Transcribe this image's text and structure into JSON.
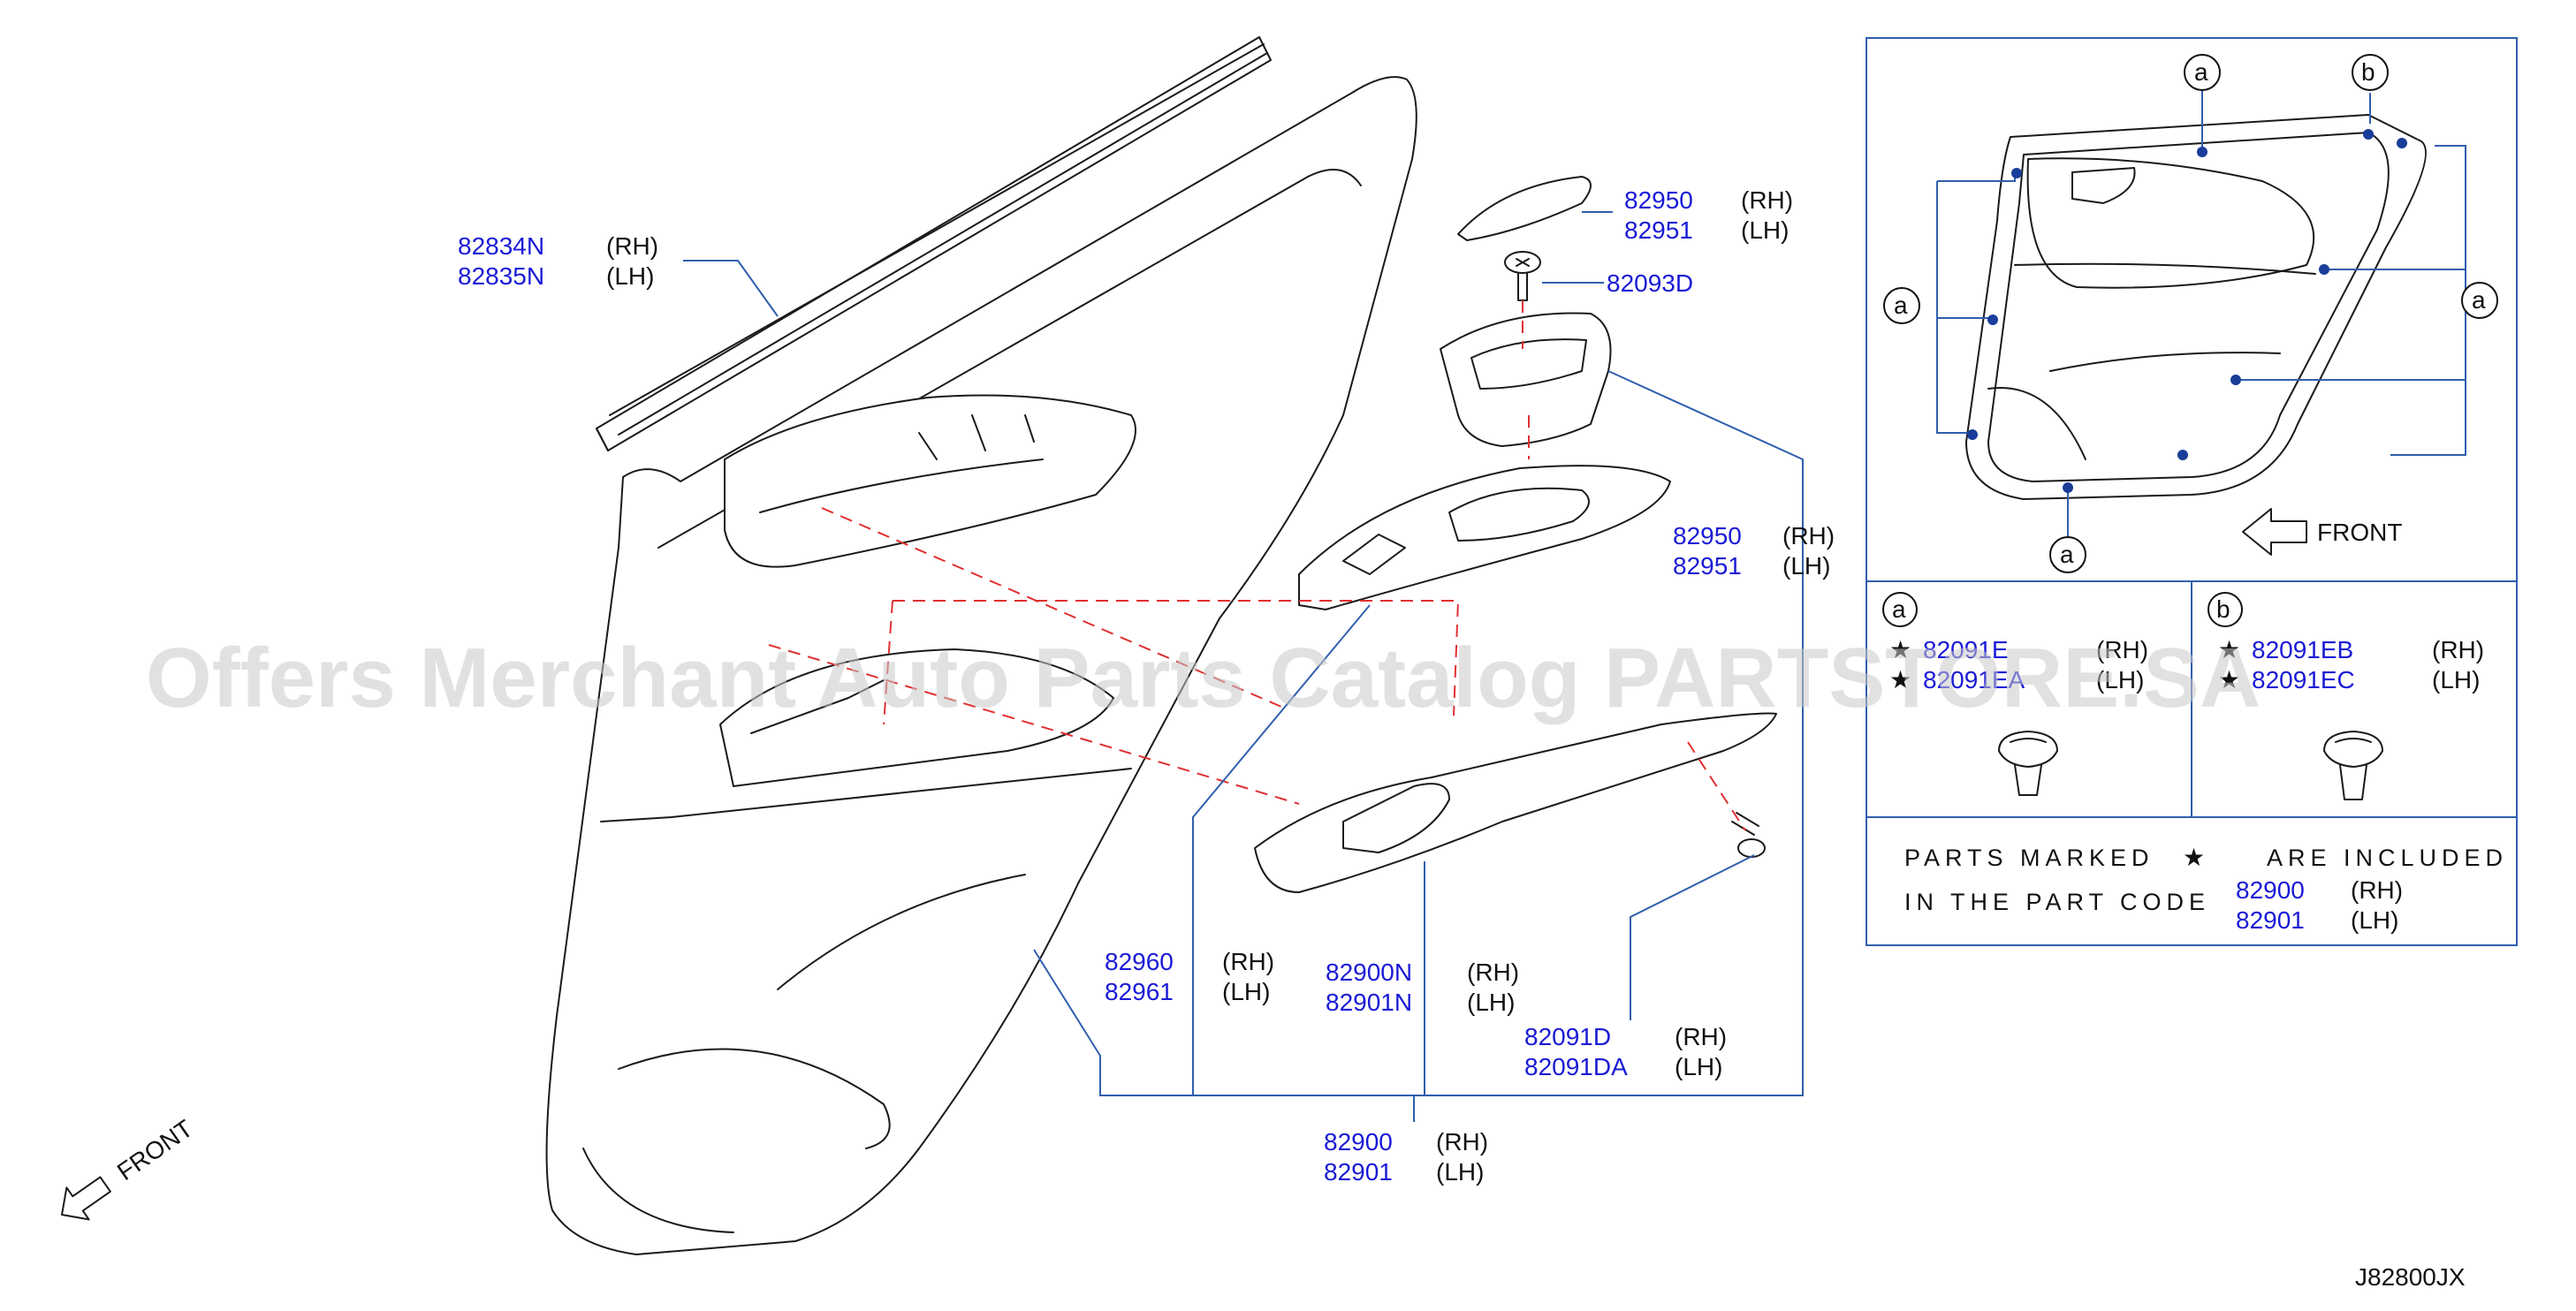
{
  "watermark": "Offers Merchant Auto Parts Catalog PARTSTORE.SA",
  "diagram_code": "J82800JX",
  "front_main": "FRONT",
  "labels": {
    "weatherstrip": {
      "rh": "82834N",
      "lh": "82835N",
      "rh_tag": "(RH)",
      "lh_tag": "(LH)"
    },
    "cap_top": {
      "rh": "82950",
      "lh": "82951",
      "rh_tag": "(RH)",
      "lh_tag": "(LH)"
    },
    "screw": {
      "code": "82093D"
    },
    "switch_base": {
      "rh": "82950",
      "lh": "82951",
      "rh_tag": "(RH)",
      "lh_tag": "(LH)"
    },
    "finisher": {
      "rh": "82960",
      "lh": "82961",
      "rh_tag": "(RH)",
      "lh_tag": "(LH)"
    },
    "armrest": {
      "rh": "82900N",
      "lh": "82901N",
      "rh_tag": "(RH)",
      "lh_tag": "(LH)"
    },
    "clip": {
      "rh": "82091D",
      "lh": "82091DA",
      "rh_tag": "(RH)",
      "lh_tag": "(LH)"
    },
    "assembly": {
      "rh": "82900",
      "lh": "82901",
      "rh_tag": "(RH)",
      "lh_tag": "(LH)"
    }
  },
  "inset": {
    "callout_a": "a",
    "callout_b": "b",
    "front": "FRONT",
    "cell_a": {
      "letter": "a",
      "rh": "82091E",
      "lh": "82091EA",
      "rh_tag": "(RH)",
      "lh_tag": "(LH)"
    },
    "cell_b": {
      "letter": "b",
      "rh": "82091EB",
      "lh": "82091EC",
      "rh_tag": "(RH)",
      "lh_tag": "(LH)"
    },
    "note_line1a": "PARTS MARKED",
    "note_line1b": "ARE INCLUDED",
    "note_line2": "IN THE PART CODE",
    "note_rh": "82900",
    "note_lh": "82901",
    "note_rh_tag": "(RH)",
    "note_lh_tag": "(LH)"
  },
  "colors": {
    "part_number": "#1a1ad6",
    "leader": "#2f5fae",
    "dashed": "#e03030"
  }
}
